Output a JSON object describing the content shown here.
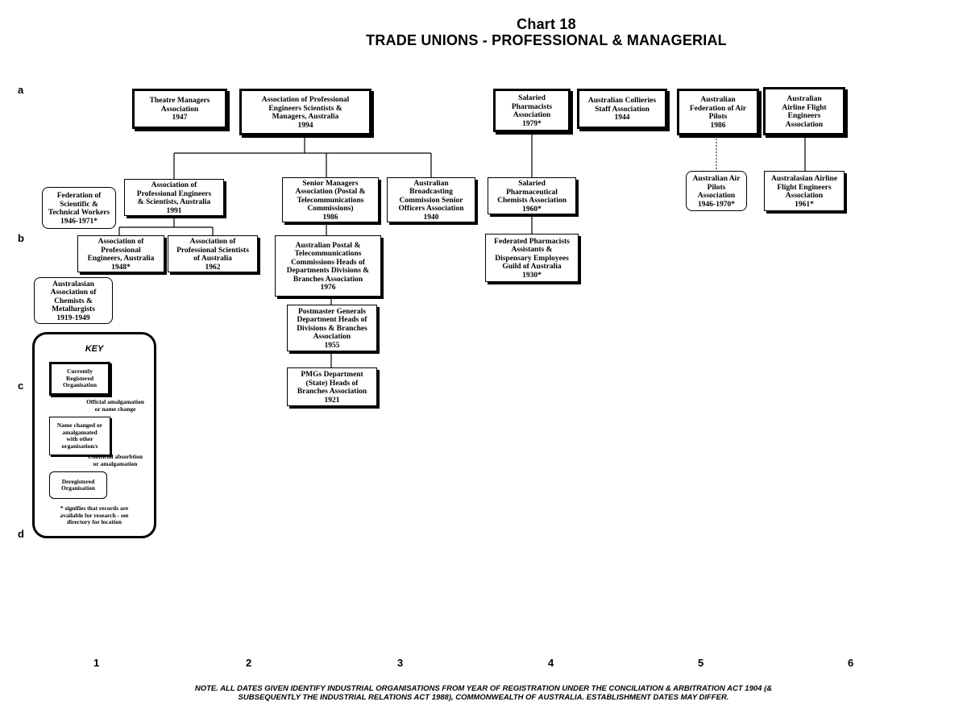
{
  "header": {
    "chart_number": "Chart 18",
    "title": "TRADE UNIONS - PROFESSIONAL & MANAGERIAL"
  },
  "row_labels": [
    "a",
    "b",
    "c",
    "d"
  ],
  "column_labels": [
    "1",
    "2",
    "3",
    "4",
    "5",
    "6"
  ],
  "nodes": {
    "theatre_managers": {
      "name": "Theatre Managers\nAssociation",
      "year": "1947"
    },
    "apesma": {
      "name": "Association of Professional\nEngineers Scientists &\nManagers, Australia",
      "year": "1994"
    },
    "salaried_pharmacists": {
      "name": "Salaried\nPharmacists\nAssociation",
      "year": "1979*"
    },
    "aust_collieries": {
      "name": "Australian Collieries\nStaff Association",
      "year": "1944"
    },
    "aust_fed_air_pilots": {
      "name": "Australian\nFederation of Air\nPilots",
      "year": "1986"
    },
    "aust_airline_flight_eng": {
      "name": "Australian\nAirline Flight\nEngineers\nAssociation",
      "year": ""
    },
    "fed_sci_tech": {
      "name": "Federation of\nScientific &\nTechnical Workers",
      "year": "1946-1971*"
    },
    "apes_aust": {
      "name": "Association of\nProfessional Engineers\n& Scientists, Australia",
      "year": "1991"
    },
    "senior_managers": {
      "name": "Senior Managers\nAssociation (Postal &\nTelecommunications\nCommissions)",
      "year": "1986"
    },
    "abc_senior": {
      "name": "Australian\nBroadcasting\nCommission Senior\nOfficers Association",
      "year": "1940"
    },
    "salaried_pharm_chem": {
      "name": "Salaried\nPharmaceutical\nChemists Association",
      "year": "1960*"
    },
    "aust_air_pilots": {
      "name": "Australian Air\nPilots\nAssociation",
      "year": "1946-1970*"
    },
    "australasian_airline": {
      "name": "Australasian Airline\nFlight Engineers\nAssociation",
      "year": "1961*"
    },
    "ape_aust": {
      "name": "Association of\nProfessional\nEngineers, Australia",
      "year": "1948*"
    },
    "aps_aust": {
      "name": "Association of\nProfessional Scientists\nof Australia",
      "year": "1962"
    },
    "postal_telecom": {
      "name": "Australian Postal &\nTelecommunications\nCommissions Heads of\nDepartments Divisions &\nBranches Association",
      "year": "1976"
    },
    "fed_pharm_assist": {
      "name": "Federated Pharmacists\nAssistants &\nDispensary Employees\nGuild of Australia",
      "year": "1930*"
    },
    "australasian_chemists": {
      "name": "Australasian\nAssociation of\nChemists &\nMetallurgists",
      "year": "1919-1949"
    },
    "pmg_heads": {
      "name": "Postmaster Generals\nDepartment Heads of\nDivisions & Branches\nAssociation",
      "year": "1955"
    },
    "pmg_state": {
      "name": "PMGs Department\n(State) Heads of\nBranches Association",
      "year": "1921"
    }
  },
  "key": {
    "title": "KEY",
    "current": "Currently\nRegistered\nOrganisation",
    "official_label": "Official amalgamation\nor name change",
    "changed": "Name changed or\namalgamated\nwith other\norganisation/s",
    "unofficial_label": "Unofficial absorbtion\nor amalgamation",
    "deregistered": "Deregistered\nOrganisation",
    "note": "* signifies that records are\navailable for research - see\ndirectory for location"
  },
  "footnote": {
    "line1": "NOTE. ALL DATES GIVEN IDENTIFY INDUSTRIAL ORGANISATIONS FROM YEAR OF REGISTRATION UNDER THE CONCILIATION & ARBITRATION ACT 1904 (&",
    "line2": "SUBSEQUENTLY THE INDUSTRIAL RELATIONS ACT 1988), COMMONWEALTH OF AUSTRALIA. ESTABLISHMENT DATES MAY DIFFER."
  }
}
